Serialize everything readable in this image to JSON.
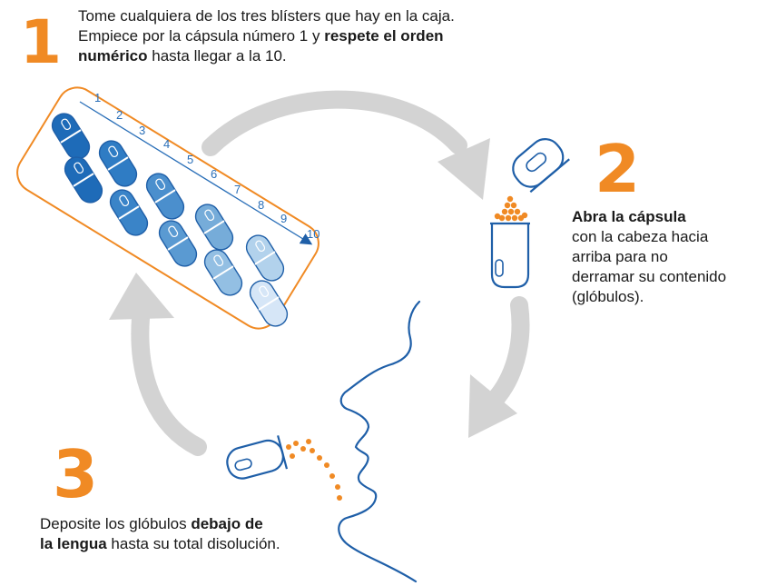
{
  "steps": [
    {
      "number": "1",
      "line1": "Tome cualquiera de los tres blísters que hay en la caja.",
      "line2_pre": "Empiece por la cápsula número 1 y ",
      "line2_bold": "respete el orden",
      "line3_bold": "numérico",
      "line3_post": " hasta llegar a la 10."
    },
    {
      "number": "2",
      "title_bold": "Abra la cápsula",
      "line1": "con la cabeza hacia",
      "line2": "arriba para no",
      "line3": "derramar su contenido",
      "line4": "(glóbulos)."
    },
    {
      "number": "3",
      "line1_pre": "Deposite los glóbulos ",
      "line1_bold": "debajo de",
      "line2_bold": "la lengua",
      "line2_post": " hasta su total disolución."
    }
  ],
  "blister_numbers": [
    "1",
    "2",
    "3",
    "4",
    "5",
    "6",
    "7",
    "8",
    "9",
    "10"
  ],
  "colors": {
    "accent_orange": "#f08a24",
    "blue_line": "#1f5fa8",
    "arrow_gray": "#d3d3d3",
    "capsule_dark": "#1e6bb8",
    "capsule_light": "#d6e6f7"
  }
}
